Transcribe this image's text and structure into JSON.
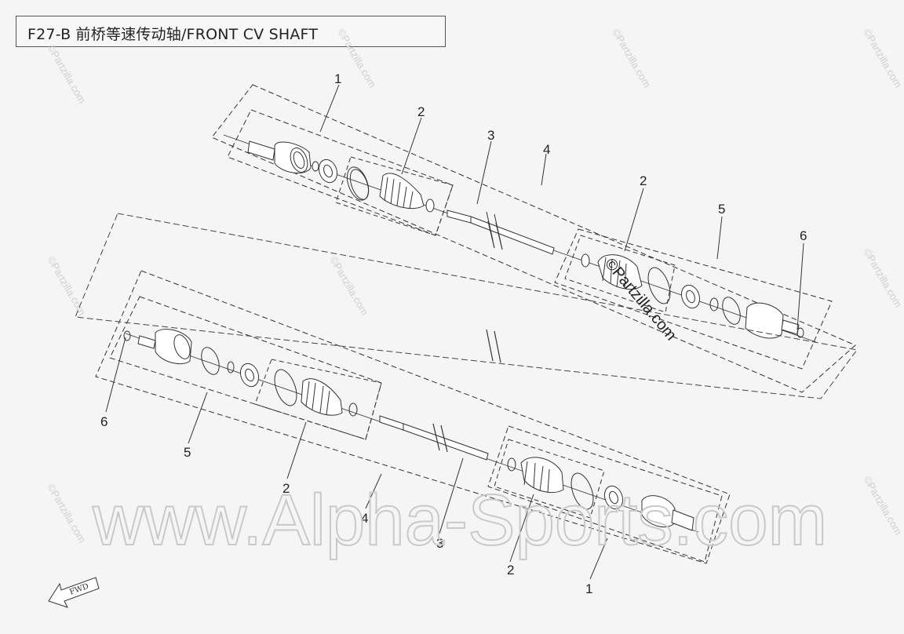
{
  "title": "F27-B 前桥等速传动轴/FRONT CV SHAFT",
  "callouts": {
    "upper": [
      "1",
      "2",
      "3",
      "4",
      "2",
      "5",
      "6"
    ],
    "lower": [
      "6",
      "5",
      "2",
      "4",
      "3",
      "2",
      "1"
    ]
  },
  "watermarks": {
    "main": "www.Alpha-Sports.com",
    "center": "©Partzilla.com",
    "edge": "©Partzilla.com"
  },
  "direction_label": "FWD",
  "colors": {
    "line": "#333333",
    "dash": "#444444",
    "background": "#f5f5f5",
    "watermark": "#c9c9c9"
  }
}
